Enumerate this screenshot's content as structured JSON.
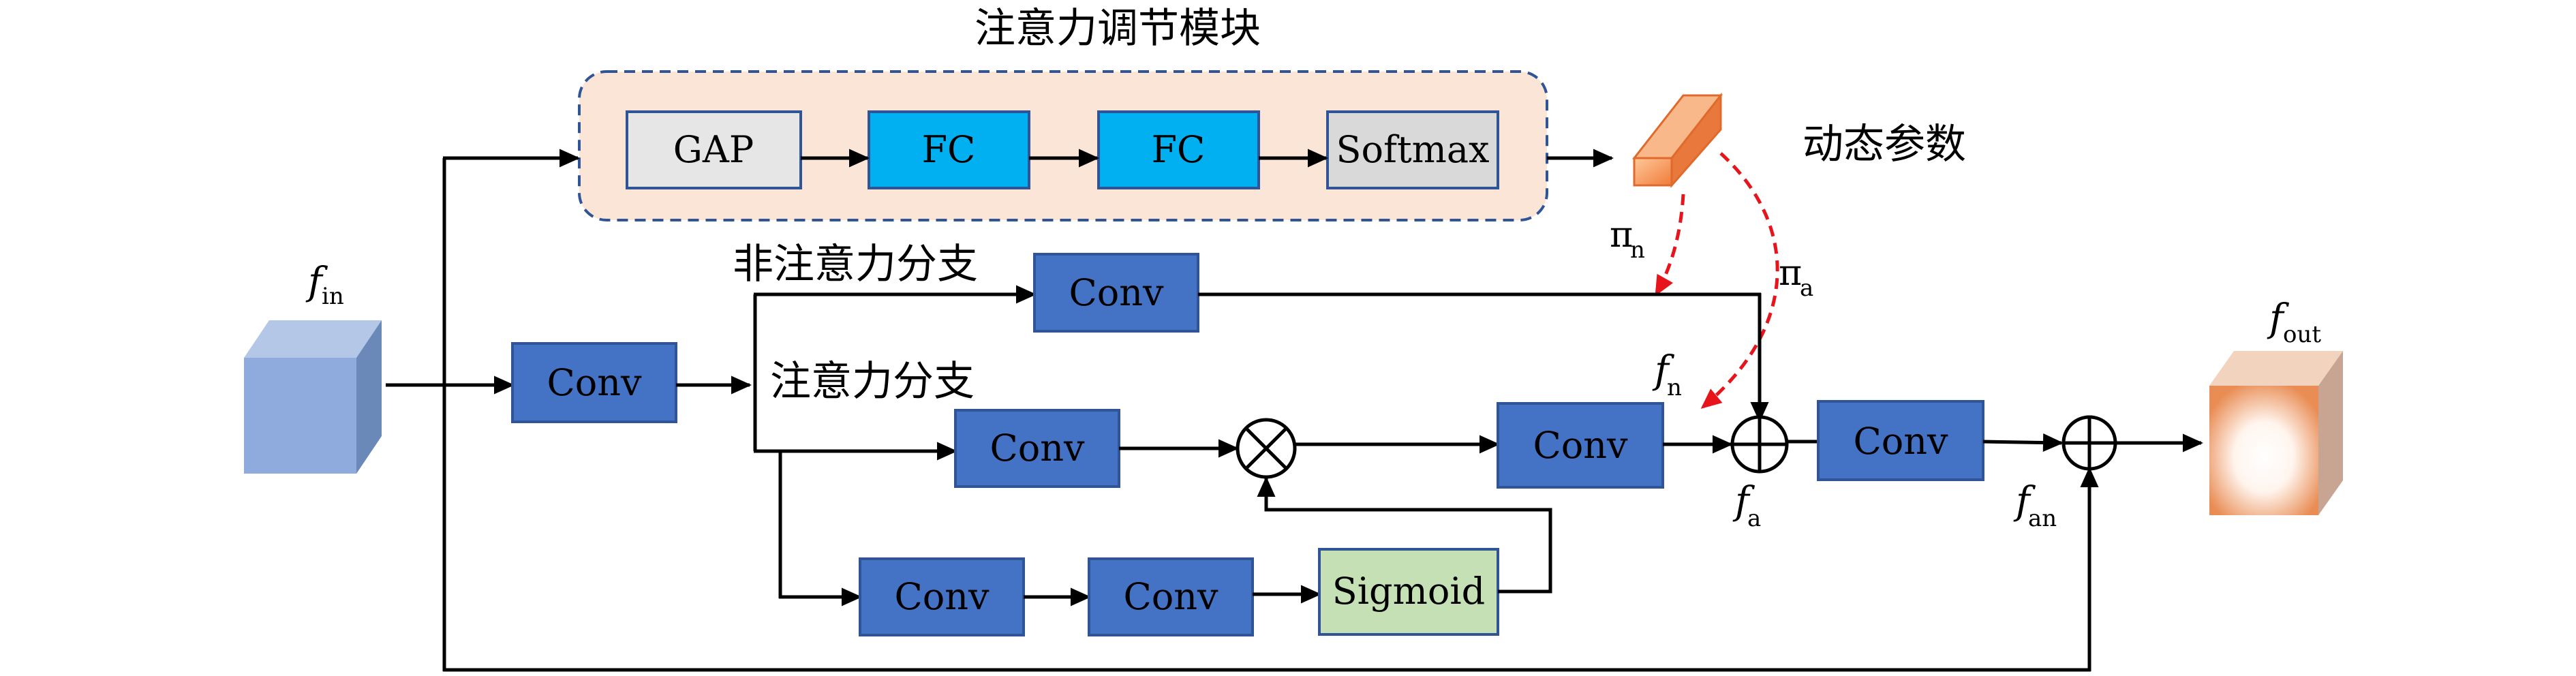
{
  "module": {
    "title": "注意力调节模块",
    "gap": "GAP",
    "fc1": "FC",
    "fc2": "FC",
    "softmax": "Softmax"
  },
  "dynamic_params": "动态参数",
  "pi_n": {
    "main": "π",
    "sub": "n"
  },
  "pi_a": {
    "main": "π",
    "sub": "a"
  },
  "branch_non_attention": "非注意力分支",
  "branch_attention": "注意力分支",
  "conv_label": "Conv",
  "sigmoid_label": "Sigmoid",
  "f_in": {
    "main": "f",
    "sub": "in"
  },
  "f_out": {
    "main": "f",
    "sub": "out"
  },
  "f_n": {
    "main": "f",
    "sub": "n"
  },
  "f_a": {
    "main": "f",
    "sub": "a"
  },
  "f_an": {
    "main": "f",
    "sub": "an"
  },
  "colors": {
    "conv_fill": "#4472C4",
    "conv_stroke": "#2F5597",
    "fc_fill": "#00B0F0",
    "gap_fill": "#E7E6E6",
    "softmax_fill": "#D9D9D9",
    "sigmoid_fill": "#C5E0B4",
    "module_bg": "#FBE5D6",
    "module_border": "#2F5597",
    "red_arrow": "#E8141B",
    "cube_in": "#8FAADC",
    "cube_out": "#F4B183"
  }
}
